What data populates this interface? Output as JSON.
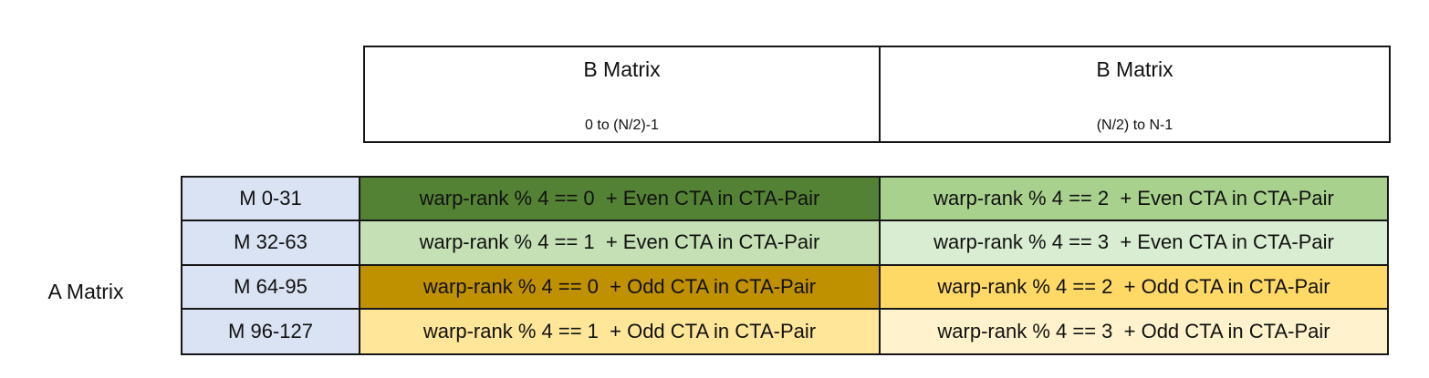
{
  "b_matrix_headers": [
    {
      "title": "B Matrix",
      "range": "0 to (N/2)-1"
    },
    {
      "title": "B Matrix",
      "range": "(N/2) to N-1"
    }
  ],
  "a_matrix_label": "A Matrix",
  "colors": {
    "m_column": "#dae3f3",
    "border": "#161616",
    "dark_green": "#548235",
    "medium_green": "#a9d18e",
    "light_green": "#c5e0b4",
    "pale_green": "#d9edd2",
    "dark_gold": "#bf9000",
    "medium_gold": "#ffd966",
    "light_gold": "#ffe699",
    "pale_gold": "#fff2cc"
  },
  "table": {
    "m_column_color": "#dae3f3",
    "rows": [
      {
        "m_range": "M 0-31",
        "b_lo": {
          "text": "warp-rank % 4 == 0  + Even CTA in CTA-Pair",
          "color": "#548235"
        },
        "b_hi": {
          "text": "warp-rank % 4 == 2  + Even CTA in CTA-Pair",
          "color": "#a9d18e"
        }
      },
      {
        "m_range": "M 32-63",
        "b_lo": {
          "text": "warp-rank % 4 == 1  + Even CTA in CTA-Pair",
          "color": "#c5e0b4"
        },
        "b_hi": {
          "text": "warp-rank % 4 == 3  + Even CTA in CTA-Pair",
          "color": "#d9edd2"
        }
      },
      {
        "m_range": "M 64-95",
        "b_lo": {
          "text": "warp-rank % 4 == 0  + Odd CTA in CTA-Pair",
          "color": "#bf9000"
        },
        "b_hi": {
          "text": "warp-rank % 4 == 2  + Odd CTA in CTA-Pair",
          "color": "#ffd966"
        }
      },
      {
        "m_range": "M 96-127",
        "b_lo": {
          "text": "warp-rank % 4 == 1  + Odd CTA in CTA-Pair",
          "color": "#ffe699"
        },
        "b_hi": {
          "text": "warp-rank % 4 == 3  + Odd CTA in CTA-Pair",
          "color": "#fff2cc"
        }
      }
    ]
  }
}
